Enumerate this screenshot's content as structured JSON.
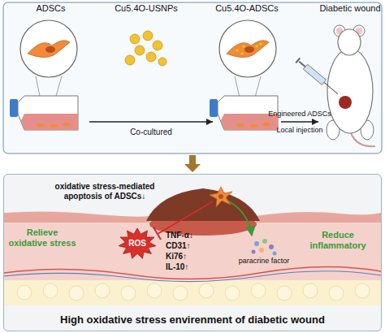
{
  "diagram": {
    "nodes": [
      {
        "text": [
          "ADSCs"
        ]
      },
      {
        "text": [
          "Cu5.4O-USNPs"
        ]
      },
      {
        "text": [
          "Cu5.4O-ADSCs"
        ]
      },
      {
        "text": [
          "Diabetic wound"
        ]
      },
      {
        "text": [
          "High oxidative stress envirenment of diabetic wound"
        ]
      },
      {
        "text": [
          "ROS"
        ],
        "in": 4
      }
    ],
    "edges": [
      {
        "from": 0,
        "to": 2,
        "arrow": "to",
        "label": "Co-cultured"
      },
      {
        "from": 2,
        "to": 3,
        "arrow": "to",
        "label": "Engineered ADSCs"
      }
    ],
    "labels": [
      "Local injection",
      "oxidative stress-mediated apoptosis of ADSCs↓",
      "Relieve oxidative stress",
      "TNF-α↓",
      "CD31↑",
      "Ki76↑",
      "IL-10↑",
      "paracrine factor",
      "Reduce inflammatory"
    ]
  }
}
